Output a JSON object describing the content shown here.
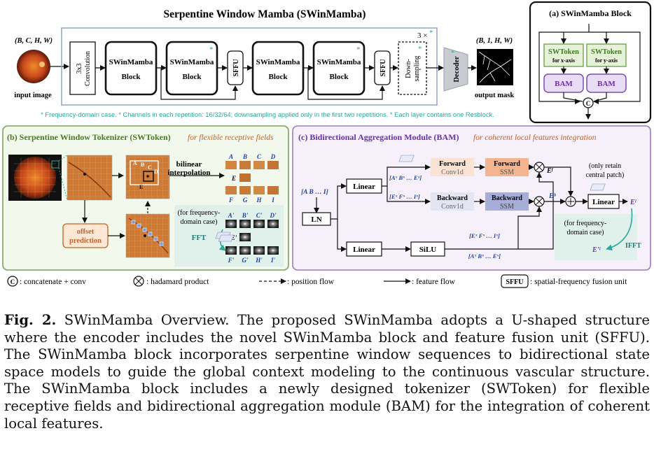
{
  "main": {
    "title": "Serpentine Window Mamba (SWinMamba)",
    "input_shape": "(B, C, H, W)",
    "input_label": "input image",
    "output_shape": "(B, 1, H, W)",
    "output_label": "output mask",
    "conv_label": [
      "3x3",
      "Convolution"
    ],
    "block_label": [
      "SWinMamba",
      "Block"
    ],
    "sffu_label": "SFFU",
    "downsampling_label": [
      "Down-",
      "sampling"
    ],
    "decoder_label": "Decoder",
    "repeat_label": "3 ×",
    "star": "*",
    "footnote": "* Frequency-domain case. * Channels in each repetition: 16/32/64; downsampling applied only in the first two repetitions. * Each layer contains one Resblock."
  },
  "panel_a": {
    "title": "(a) SWinMamba Block",
    "swtoken_x": [
      "SWToken",
      "for x-axis"
    ],
    "swtoken_y": [
      "SWToken",
      "for y-axis"
    ],
    "bam": "BAM",
    "concat": "C"
  },
  "panel_b": {
    "title": "(b) Serpentine Window Tokenizer (SWToken)",
    "subtitle": "for flexible receptive fields",
    "bilinear": [
      "bilinear",
      "interpolation"
    ],
    "offset": [
      "offset",
      "prediction"
    ],
    "freq_note": [
      "(for frequency-",
      "domain case)"
    ],
    "fft": "FFT",
    "grid_top": [
      "A",
      "B",
      "C",
      "D"
    ],
    "grid_mid": "E",
    "grid_bot": [
      "F",
      "G",
      "H",
      "I"
    ],
    "grid_top_p": [
      "A'",
      "B'",
      "C'",
      "D'"
    ],
    "grid_mid_p": "E'",
    "grid_bot_p": [
      "F'",
      "G'",
      "H'",
      "I'"
    ],
    "sample_labels": [
      "A",
      "B",
      "C",
      "D",
      "E"
    ]
  },
  "panel_c": {
    "title": "(c) Bidirectional Aggregation Module (BAM)",
    "subtitle": "for coherent local features integration",
    "seq_in": "[A B … I]",
    "ln": "LN",
    "linear": "Linear",
    "silu": "SiLU",
    "forward_conv": [
      "Forward",
      "Conv1d"
    ],
    "forward_ssm": [
      "Forward",
      "SSM"
    ],
    "backward_conv": [
      "Backward",
      "Conv1d"
    ],
    "backward_ssm": [
      "Backward",
      "SSM"
    ],
    "seq_f1": "[Aˣ Bˣ … Eˣ]",
    "seq_b1": "[Eˣ Fˣ … Iˣ]",
    "seq_f2": "[Eˣ Fˣ … Iˣ]",
    "seq_b2": "[Aˣ Bˣ … Eˣ]",
    "ef": "Eᶠ",
    "eb": "Eᵇ",
    "el": "Eˡ",
    "eir": "E'ˡ",
    "retain": [
      "(only retain",
      "central patch)"
    ],
    "freq_note": [
      "(for frequency-",
      "domain case)"
    ],
    "ifft": "IFFT"
  },
  "legend": {
    "concat": ": concatenate + conv",
    "hadamard": ": hadamard product",
    "position": ": position flow",
    "feature": ": feature flow",
    "sffu_box": "SFFU",
    "sffu": ": spatial-frequency fusion unit"
  },
  "caption": {
    "label": "Fig. 2.",
    "text": "SWinMamba Overview. The proposed SWinMamba adopts a U-shaped structure where the encoder includes the novel SWinMamba block and feature fusion unit (SFFU). The SWinMamba block incorporates serpentine window sequences to bidirectional state space models to guide the global context modeling to the continuous vascular structure. The SWinMamba block includes a newly designed tokenizer (SWToken) for flexible receptive fields and bidirectional aggregation module (BAM) for the integration of coherent local features."
  },
  "colors": {
    "blue_frame": "#8fa3c7",
    "panel_b_border": "#7aa05a",
    "panel_b_fill": "#f3f8ec",
    "panel_c_border": "#9b7bc0",
    "panel_c_fill": "#f5f0fa",
    "swtoken_fill": "#e5f2d8",
    "bam_fill": "#e9dcf5",
    "bam_border": "#7a4bb0",
    "orange_text": "#c0622a",
    "teal": "#2ba89a",
    "blue_text": "#2040a0",
    "forward_conv": "#fbe3d3",
    "forward_ssm": "#f3b48f",
    "backward_conv": "#e3e5f3",
    "backward_ssm": "#a6aed8"
  }
}
